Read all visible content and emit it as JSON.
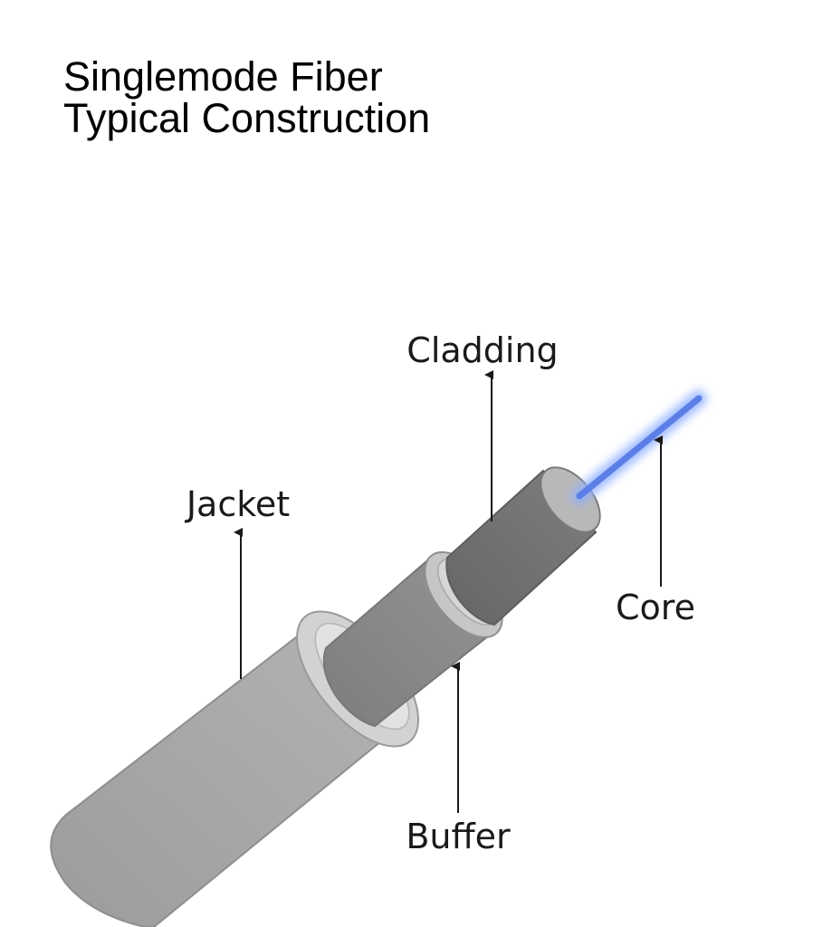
{
  "title": {
    "line1": "Singlemode Fiber",
    "line2": "Typical Construction"
  },
  "labels": {
    "cladding": "Cladding",
    "jacket": "Jacket",
    "core": "Core",
    "buffer": "Buffer"
  },
  "colors": {
    "jacket_fill": "#a9a9a9",
    "jacket_face": "#c9c9c9",
    "jacket_inner": "#dcdcdc",
    "buffer_fill": "#8c8c8c",
    "buffer_face": "#c4c4c4",
    "cladding_fill": "#727272",
    "cladding_face": "#b4b4b4",
    "core_color": "#5b7fe6",
    "core_glow": "#8fb0ff",
    "text": "#1a1a1a",
    "arrow": "#1a1a1a"
  }
}
